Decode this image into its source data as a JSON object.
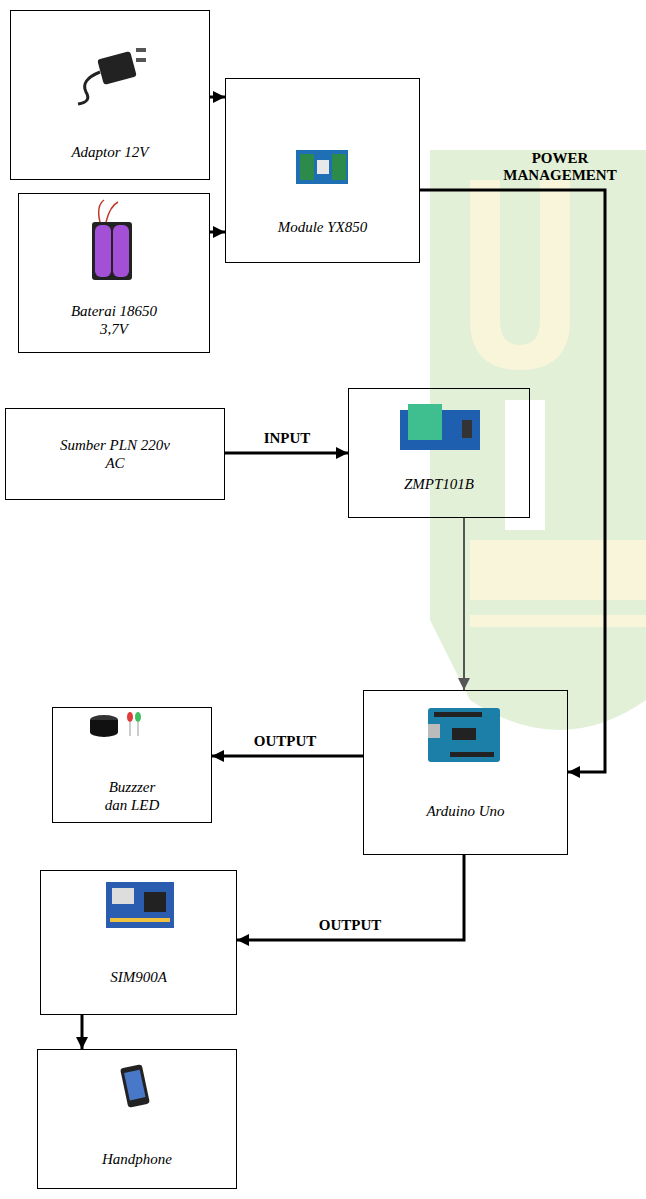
{
  "diagram": {
    "nodes": [
      {
        "text": [
          "Adaptor 12V"
        ]
      },
      {
        "text": [
          "Module YX850"
        ]
      },
      {
        "text": [
          "Baterai 18650 3,7V"
        ]
      },
      {
        "text": [
          "Sumber PLN 220v AC"
        ]
      },
      {
        "text": [
          "ZMPT101B"
        ]
      },
      {
        "text": [
          "Arduino Uno"
        ]
      },
      {
        "text": [
          "Buzzzer dan LED"
        ]
      },
      {
        "text": [
          "SIM900A"
        ]
      },
      {
        "text": [
          "Handphone"
        ]
      }
    ],
    "edges": [
      {
        "from": 0,
        "to": 1,
        "arrow": "to"
      },
      {
        "from": 2,
        "to": 1,
        "arrow": "to"
      },
      {
        "from": 1,
        "to": 5,
        "label": "POWER MANAGEMENT",
        "arrow": "to"
      },
      {
        "from": 3,
        "to": 4,
        "label": "INPUT",
        "arrow": "to"
      },
      {
        "from": 4,
        "to": 5,
        "arrow": "to"
      },
      {
        "from": 5,
        "to": 6,
        "label": "OUTPUT",
        "arrow": "to"
      },
      {
        "from": 5,
        "to": 7,
        "label": "OUTPUT",
        "arrow": "to"
      },
      {
        "from": 7,
        "to": 8,
        "arrow": "to"
      }
    ]
  }
}
